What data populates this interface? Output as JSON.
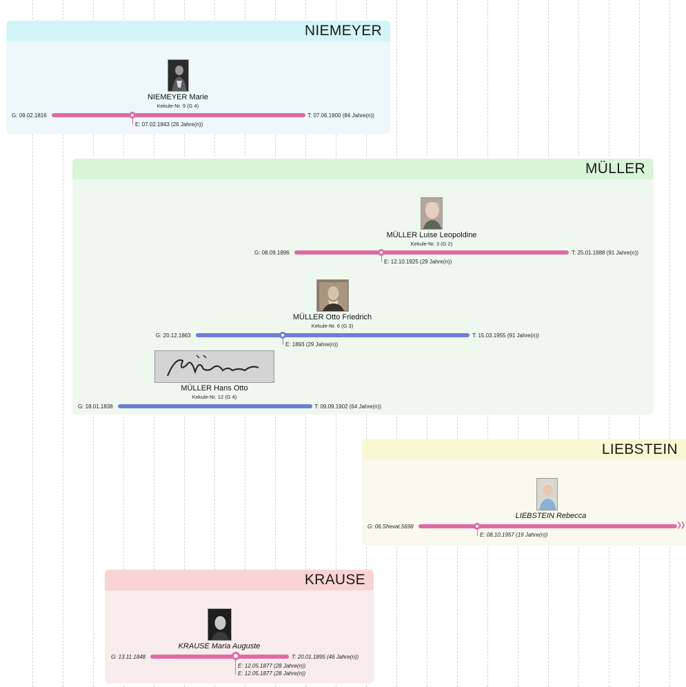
{
  "families": [
    {
      "name": "NIEMEYER",
      "header_color": "#d4f5f8",
      "body_color": "#eef7fa"
    },
    {
      "name": "MÜLLER",
      "header_color": "#d8f5d8",
      "body_color": "#eef8ee"
    },
    {
      "name": "LIEBSTEIN",
      "header_color": "#f8f8d4",
      "body_color": "#f9f9ef"
    },
    {
      "name": "KRAUSE",
      "header_color": "#f8d4d4",
      "body_color": "#f8ecec"
    }
  ],
  "persons": [
    {
      "name": "NIEMEYER Marie",
      "kekule": "Kekule-Nr. 9 (G 4)",
      "birth": "G: 09.02.1816",
      "death": "T: 07.06.1900 (84 Jahre(n))",
      "events": [
        "E: 07.02.1843 (26 Jahre(n))"
      ],
      "photo": "portrait-photo"
    },
    {
      "name": "MÜLLER Luise Leopoldine",
      "kekule": "Kekule-Nr. 3 (G 2)",
      "birth": "G: 08.09.1896",
      "death": "T: 25.01.1988 (91 Jahre(n))",
      "events": [
        "E: 12.10.1925 (29 Jahre(n))"
      ],
      "photo": "portrait-photo"
    },
    {
      "name": "MÜLLER Otto Friedrich",
      "kekule": "Kekule-Nr. 6 (G 3)",
      "birth": "G: 20.12.1863",
      "death": "T: 15.03.1955 (91 Jahre(n))",
      "events": [
        "E: 1893 (29 Jahre(n))"
      ],
      "photo": "portrait-photo"
    },
    {
      "name": "MÜLLER Hans Otto",
      "kekule": "Kekule-Nr. 12 (G 4)",
      "birth": "G: 18.01.1838",
      "death": "T: 09.09.1902 (64 Jahre(n))",
      "events": [],
      "photo": "signature-image"
    },
    {
      "name": "LIEBSTEIN Rebecca",
      "kekule": "",
      "birth": "G: 06.Shevat.5698",
      "death": "",
      "events": [
        "E: 08.10.1957 (19 Jahre(n))"
      ],
      "photo": "portrait-photo",
      "continues_icon": "double-chevron-right-icon"
    },
    {
      "name": "KRAUSE Maria Auguste",
      "kekule": "",
      "birth": "G: 13.11.1848",
      "death": "T: 20.01.1895 (46 Jahre(n))",
      "events": [
        "E: 12.05.1877 (28 Jahre(n))",
        "E: 12.05.1877 (28 Jahre(n))"
      ],
      "photo": "portrait-photo"
    }
  ],
  "colors": {
    "female_bar": "#e06aa6",
    "male_bar": "#6f7fd6"
  }
}
